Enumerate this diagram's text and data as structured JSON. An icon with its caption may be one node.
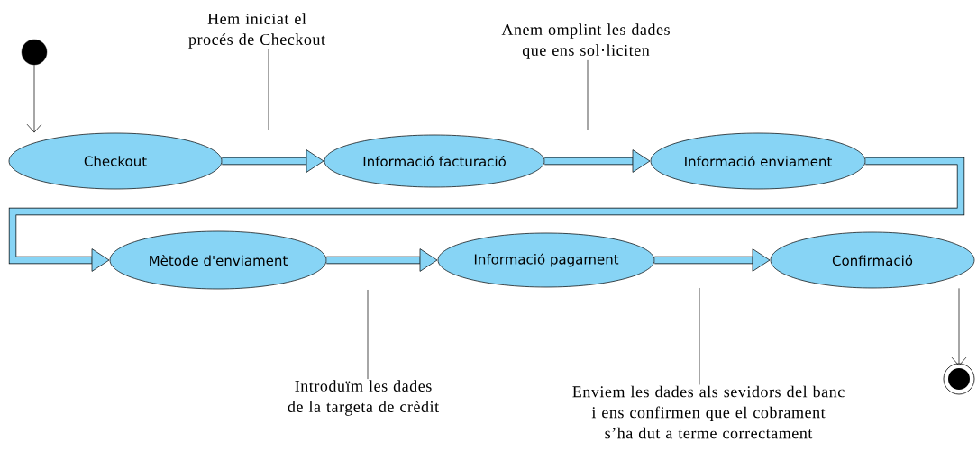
{
  "diagram": {
    "nodes": [
      {
        "text": [],
        "shape": "circle"
      },
      {
        "text": [
          "Checkout"
        ]
      },
      {
        "text": [
          "Informació facturació"
        ]
      },
      {
        "text": [
          "Informació enviament"
        ]
      },
      {
        "text": [
          "Mètode d'enviament"
        ]
      },
      {
        "text": [
          "Informació pagament"
        ]
      },
      {
        "text": [
          "Confirmació"
        ]
      },
      {
        "text": [],
        "shape": "bullseye"
      },
      {
        "text": [
          "Hem iniciat el procés de Checkout"
        ]
      },
      {
        "text": [
          "Anem omplint les dades que ens sol·liciten"
        ]
      },
      {
        "text": [
          "Introduïm les dades de la targeta de crèdit"
        ]
      },
      {
        "text": [
          "Enviem les dades als sevidors del banc i ens confirmen que el cobrament s’ha dut a terme correctament"
        ]
      }
    ],
    "edges": [
      {
        "from": 0,
        "to": 1,
        "arrow": "to"
      },
      {
        "from": 1,
        "to": 2,
        "arrow": "to",
        "style": "thick"
      },
      {
        "from": 2,
        "to": 3,
        "arrow": "to",
        "style": "thick"
      },
      {
        "from": 3,
        "to": 4,
        "arrow": "to",
        "style": "thick"
      },
      {
        "from": 4,
        "to": 5,
        "arrow": "to",
        "style": "thick"
      },
      {
        "from": 5,
        "to": 6,
        "arrow": "to",
        "style": "thick"
      },
      {
        "from": 6,
        "to": 7,
        "arrow": "to"
      },
      {
        "from": 8,
        "to": null,
        "arrow": "none"
      },
      {
        "from": 9,
        "to": null,
        "arrow": "none"
      },
      {
        "from": 10,
        "to": null,
        "arrow": "none"
      },
      {
        "from": 11,
        "to": null,
        "arrow": "none"
      }
    ]
  }
}
